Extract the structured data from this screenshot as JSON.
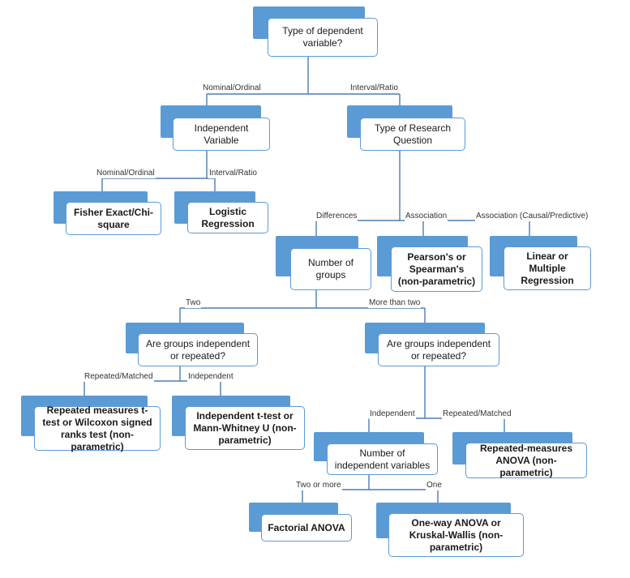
{
  "colors": {
    "accent": "#5b9bd5",
    "connector": "#4a7db5"
  },
  "nodes": {
    "root": "Type of dependent variable?",
    "independent_variable": "Independent Variable",
    "research_question": "Type of Research Question",
    "fisher_chi": "Fisher Exact/Chi-square",
    "logistic": "Logistic Regression",
    "number_groups": "Number of groups",
    "pearson": "Pearson's or Spearman's (non-parametric)",
    "linear": "Linear or Multiple Regression",
    "groups_two": "Are groups independent or repeated?",
    "groups_more": "Are groups independent or repeated?",
    "repeated_t": "Repeated measures t-test or Wilcoxon signed ranks test (non-parametric)",
    "independent_t": "Independent t-test or Mann-Whitney U (non-parametric)",
    "num_indep_vars": "Number of independent variables",
    "rm_anova": "Repeated-measures ANOVA (non-parametric)",
    "factorial": "Factorial ANOVA",
    "oneway": "One-way ANOVA or Kruskal-Wallis (non-parametric)"
  },
  "edges": {
    "nominal_ordinal_1": "Nominal/Ordinal",
    "interval_ratio_1": "Interval/Ratio",
    "nominal_ordinal_2": "Nominal/Ordinal",
    "interval_ratio_2": "Interval/Ratio",
    "differences": "Differences",
    "association": "Association",
    "association_causal": "Association (Causal/Predictive)",
    "two": "Two",
    "more_than_two": "More than two",
    "repeated_matched_1": "Repeated/Matched",
    "independent_1": "Independent",
    "independent_2": "Independent",
    "repeated_matched_2": "Repeated/Matched",
    "two_or_more": "Two or more",
    "one": "One"
  }
}
